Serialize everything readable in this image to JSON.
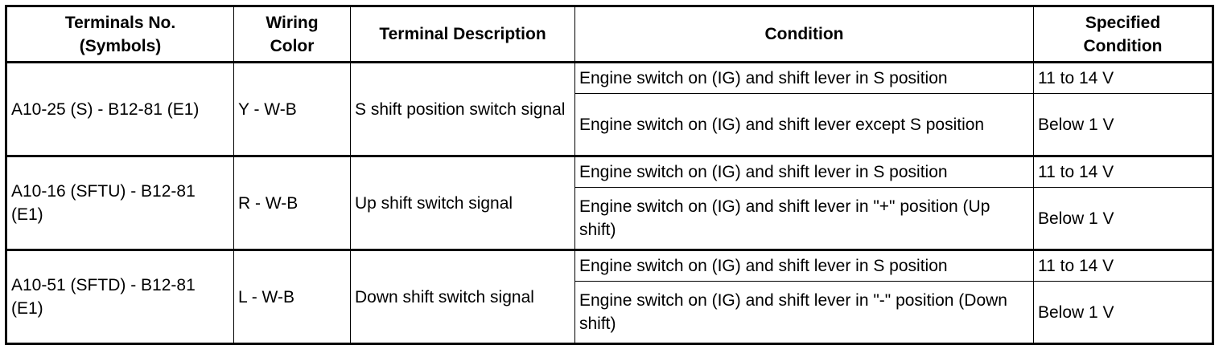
{
  "table": {
    "headers": {
      "terminals_line1": "Terminals No.",
      "terminals_line2": "(Symbols)",
      "wiring_line1": "Wiring",
      "wiring_line2": "Color",
      "description": "Terminal Description",
      "condition": "Condition",
      "specified_line1": "Specified",
      "specified_line2": "Condition"
    },
    "rows": [
      {
        "terminals": "A10-25 (S) - B12-81 (E1)",
        "wiring_color": "Y - W-B",
        "description": "S shift position switch signal",
        "conditions": [
          {
            "condition": "Engine switch on (IG) and shift lever in S position",
            "specified": "11 to 14 V"
          },
          {
            "condition": "Engine switch on (IG) and shift lever except S position",
            "specified": "Below 1 V"
          }
        ]
      },
      {
        "terminals": "A10-16 (SFTU) - B12-81 (E1)",
        "wiring_color": "R - W-B",
        "description": "Up shift switch signal",
        "conditions": [
          {
            "condition": "Engine switch on (IG) and shift lever in S position",
            "specified": "11 to 14 V"
          },
          {
            "condition": "Engine switch on (IG) and shift lever in \"+\" position (Up shift)",
            "specified": "Below 1 V"
          }
        ]
      },
      {
        "terminals": "A10-51 (SFTD) - B12-81 (E1)",
        "wiring_color": "L - W-B",
        "description": "Down shift switch signal",
        "conditions": [
          {
            "condition": "Engine switch on (IG) and shift lever in S position",
            "specified": "11 to 14 V"
          },
          {
            "condition": "Engine switch on (IG) and shift lever in \"-\" position (Down shift)",
            "specified": "Below 1 V"
          }
        ]
      }
    ]
  }
}
